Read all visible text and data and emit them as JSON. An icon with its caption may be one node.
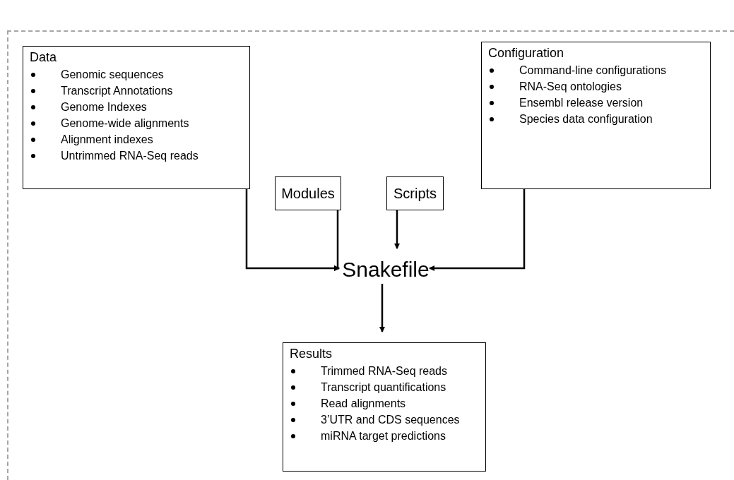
{
  "diagram": {
    "nodes": [
      {
        "text": [],
        "shape": "box"
      },
      {
        "text": [
          "Data",
          "Genomic sequences",
          "Transcript Annotations",
          "Genome Indexes",
          "Genome-wide alignments",
          "Alignment indexes",
          "Untrimmed RNA-Seq reads"
        ],
        "in": 0
      },
      {
        "text": [
          "Modules"
        ],
        "in": 0
      },
      {
        "text": [
          "Scripts"
        ],
        "in": 0
      },
      {
        "text": [
          "Configuration",
          "Command-line configurations",
          "RNA-Seq ontologies",
          "Ensembl release version",
          "Species data configuration"
        ],
        "in": 0
      },
      {
        "text": [
          "Snakefile"
        ],
        "in": 0
      },
      {
        "text": [
          "Results",
          "Trimmed RNA-Seq reads",
          "Transcript quantifications",
          "Read alignments",
          "3’UTR and CDS sequences",
          "miRNA target predictions"
        ],
        "in": 0
      }
    ],
    "edges": [
      {
        "from": 1,
        "to": 5,
        "arrow": "to"
      },
      {
        "from": 2,
        "to": 5,
        "arrow": "to"
      },
      {
        "from": 3,
        "to": 5,
        "arrow": "to"
      },
      {
        "from": 4,
        "to": 5,
        "arrow": "to"
      },
      {
        "from": 5,
        "to": 6,
        "arrow": "to"
      }
    ]
  }
}
